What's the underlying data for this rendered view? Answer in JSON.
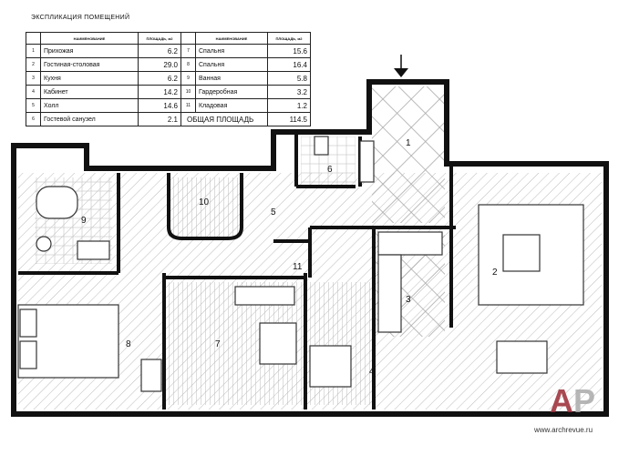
{
  "table": {
    "title": "ЭКСПЛИКАЦИЯ ПОМЕЩЕНИЙ",
    "headers": {
      "name": "НАИМЕНОВАНИЕ",
      "area": "ПЛОЩАДЬ, м2"
    },
    "rows": [
      {
        "no": "1",
        "name": "Прихожая",
        "area": "6.2"
      },
      {
        "no": "2",
        "name": "Гостиная-столовая",
        "area": "29.0"
      },
      {
        "no": "3",
        "name": "Кухня",
        "area": "6.2"
      },
      {
        "no": "4",
        "name": "Кабинет",
        "area": "14.2"
      },
      {
        "no": "5",
        "name": "Холл",
        "area": "14.6"
      },
      {
        "no": "6",
        "name": "Гостевой санузел",
        "area": "2.1"
      },
      {
        "no": "7",
        "name": "Спальня",
        "area": "15.6"
      },
      {
        "no": "8",
        "name": "Спальня",
        "area": "16.4"
      },
      {
        "no": "9",
        "name": "Ванная",
        "area": "5.8"
      },
      {
        "no": "10",
        "name": "Гардеробная",
        "area": "3.2"
      },
      {
        "no": "11",
        "name": "Кладовая",
        "area": "1.2"
      }
    ],
    "total_label": "ОБЩАЯ ПЛОЩАДЬ",
    "total_area": "114.5"
  },
  "rooms": [
    "1",
    "2",
    "3",
    "4",
    "5",
    "6",
    "7",
    "8",
    "9",
    "10",
    "11"
  ],
  "watermark": {
    "logo": "AP",
    "url": "www.archrevue.ru"
  }
}
